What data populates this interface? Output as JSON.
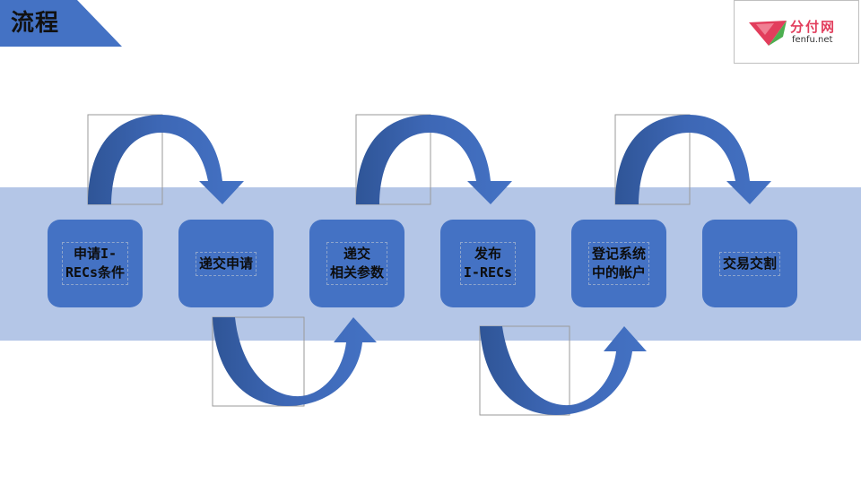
{
  "header": {
    "title": "流程"
  },
  "logo": {
    "text_cn": "分付网",
    "text_en": "fenfu.net",
    "icon": "fenfu-logo-icon"
  },
  "steps": [
    {
      "label": "申请I-\nRECs条件"
    },
    {
      "label": "递交申请"
    },
    {
      "label": "递交\n相关参数"
    },
    {
      "label": "发布\nI-RECs"
    },
    {
      "label": "登记系统\n中的帐户"
    },
    {
      "label": "交易交割"
    }
  ],
  "colors": {
    "accent": "#4472c4",
    "accent_dark": "#2f5597",
    "band": "#b4c6e7",
    "logo_red": "#e23d5c",
    "logo_green": "#4caf50"
  }
}
